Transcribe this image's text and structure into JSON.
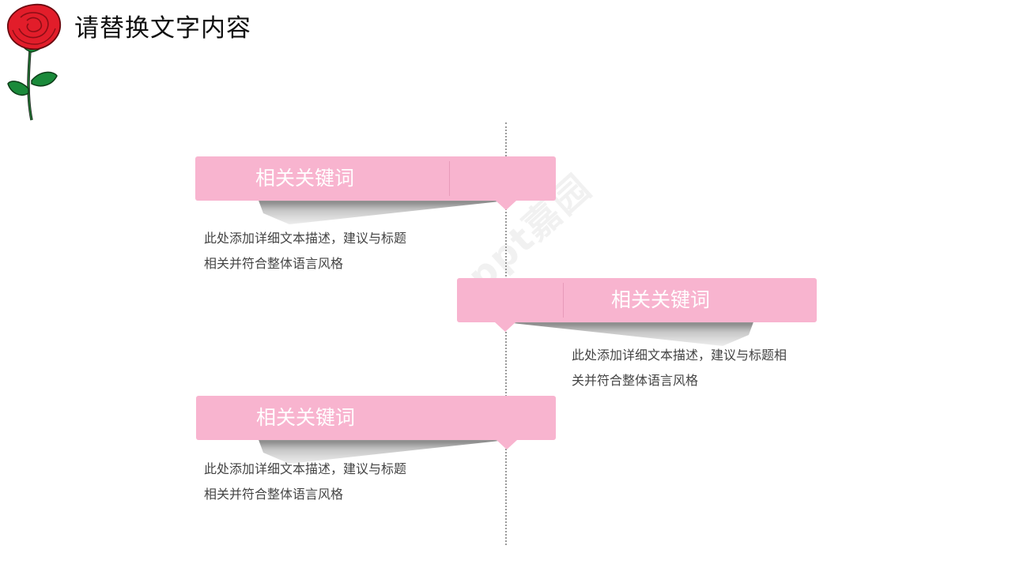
{
  "title": "请替换文字内容",
  "watermark": "ppt嘉园",
  "colors": {
    "tag_fill": "#f8b4cf",
    "rose_red": "#e21d2a",
    "leaf_green": "#1a8a3a"
  },
  "items": [
    {
      "label": "相关关键词",
      "desc_lines": [
        "此处添加详细文本描述，建议与标题",
        "相关并符合整体语言风格"
      ]
    },
    {
      "label": "相关关键词",
      "desc_lines": [
        "此处添加详细文本描述，建议与标题相",
        "关并符合整体语言风格"
      ]
    },
    {
      "label": "相关关键词",
      "desc_lines": [
        "此处添加详细文本描述，建议与标题",
        "相关并符合整体语言风格"
      ]
    }
  ]
}
